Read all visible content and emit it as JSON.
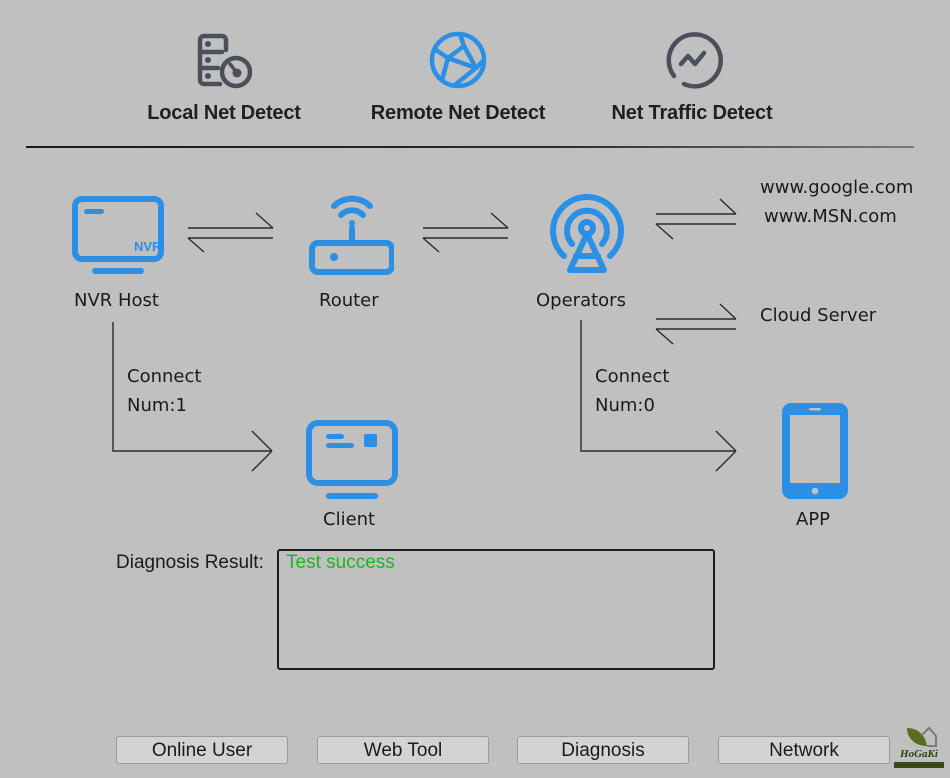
{
  "tabs": [
    {
      "label": "Local Net Detect",
      "icon": "server-gauge-icon",
      "active": false
    },
    {
      "label": "Remote Net Detect",
      "icon": "globe-network-icon",
      "active": true
    },
    {
      "label": "Net Traffic Detect",
      "icon": "traffic-pulse-icon",
      "active": false
    }
  ],
  "diagram": {
    "nvr_host": {
      "label": "NVR Host",
      "badge": "NVR"
    },
    "router": {
      "label": "Router"
    },
    "operators": {
      "label": "Operators"
    },
    "external_sites": [
      "www.google.com",
      "www.MSN.com"
    ],
    "cloud_server": "Cloud Server",
    "client": {
      "label": "Client",
      "connect_label": "Connect",
      "connect_num": "Num:1"
    },
    "app": {
      "label": "APP",
      "connect_label": "Connect",
      "connect_num": "Num:0"
    }
  },
  "diagnosis": {
    "label": "Diagnosis Result:",
    "result": "Test success",
    "result_color": "#1db51d"
  },
  "buttons": {
    "online_user": "Online User",
    "web_tool": "Web Tool",
    "diagnosis": "Diagnosis",
    "network": "Network"
  },
  "watermark": {
    "text": "HoGaKi"
  },
  "colors": {
    "accent": "#2b8fe6",
    "icon_gray": "#4a4f5a",
    "background": "#c0c0c0"
  }
}
